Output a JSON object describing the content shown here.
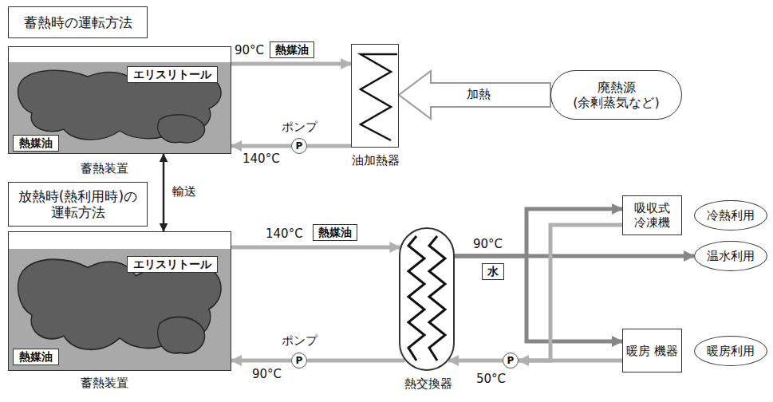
{
  "diagram": {
    "nodes": [
      {
        "text": [
          "蓄熱時の運転方法"
        ]
      },
      {
        "text": [
          "蓄熱装置"
        ]
      },
      {
        "text": [
          "エリスリトール"
        ],
        "in": 1
      },
      {
        "text": [
          "熱媒油"
        ],
        "in": 1
      },
      {
        "text": [
          "油加熱器"
        ]
      },
      {
        "text": [
          "P"
        ]
      },
      {
        "text": [
          "廃熱源 (余剰蒸気など)"
        ]
      },
      {
        "text": [
          "放熱時(熱利用時)の 運転方法"
        ]
      },
      {
        "text": [
          "蓄熱装置"
        ]
      },
      {
        "text": [
          "エリスリトール"
        ],
        "in": 8
      },
      {
        "text": [
          "熱媒油"
        ],
        "in": 8
      },
      {
        "text": [
          "P"
        ]
      },
      {
        "text": [
          "熱交換器"
        ]
      },
      {
        "text": [
          "P"
        ]
      },
      {
        "text": [
          "吸収式 冷凍機"
        ]
      },
      {
        "text": [
          "暖房 機器"
        ]
      },
      {
        "text": [
          "冷熱利用"
        ]
      },
      {
        "text": [
          "温水利用"
        ]
      },
      {
        "text": [
          "暖房利用"
        ]
      }
    ],
    "edges": [
      {
        "from": 1,
        "to": 4,
        "arrow": "to",
        "label": "熱媒油"
      },
      {
        "from": 4,
        "to": 5,
        "arrow": "none"
      },
      {
        "from": 5,
        "to": 1,
        "arrow": "to"
      },
      {
        "from": 6,
        "to": 4,
        "arrow": "to",
        "label": "加熱"
      },
      {
        "from": 1,
        "to": 8,
        "arrow": "both",
        "label": "輸送"
      },
      {
        "from": 8,
        "to": 12,
        "arrow": "to",
        "label": "熱媒油"
      },
      {
        "from": 12,
        "to": 11,
        "arrow": "none"
      },
      {
        "from": 11,
        "to": 8,
        "arrow": "to"
      },
      {
        "from": 12,
        "to": 17,
        "arrow": "to",
        "label": "水"
      },
      {
        "from": 12,
        "to": 14,
        "arrow": "to"
      },
      {
        "from": 12,
        "to": 15,
        "arrow": "to"
      },
      {
        "from": 14,
        "to": 13,
        "arrow": "to"
      },
      {
        "from": 15,
        "to": 13,
        "arrow": "none"
      },
      {
        "from": 13,
        "to": 12,
        "arrow": "to"
      }
    ],
    "labels": [
      "90°C",
      "ポンプ",
      "140°C",
      "140°C",
      "ポンプ",
      "90°C",
      "90°C",
      "50°C"
    ]
  }
}
